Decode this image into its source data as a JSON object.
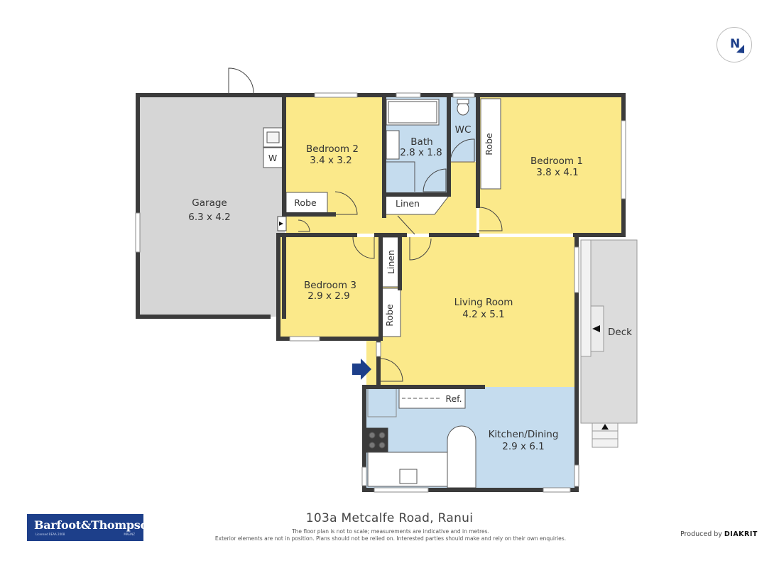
{
  "compass": {
    "label": "N"
  },
  "rooms": [
    {
      "key": "garage",
      "name": "Garage",
      "dims": "6.3 x 4.2"
    },
    {
      "key": "bedroom2",
      "name": "Bedroom 2",
      "dims": "3.4 x 3.2"
    },
    {
      "key": "bath",
      "name": "Bath",
      "dims": "2.8 x 1.8"
    },
    {
      "key": "bedroom1",
      "name": "Bedroom 1",
      "dims": "3.8 x 4.1"
    },
    {
      "key": "bedroom3",
      "name": "Bedroom 3",
      "dims": "2.9 x 2.9"
    },
    {
      "key": "living",
      "name": "Living Room",
      "dims": "4.2 x 5.1"
    },
    {
      "key": "kitchen",
      "name": "Kitchen/Dining",
      "dims": "2.9 x 6.1"
    }
  ],
  "labels": {
    "wc": "WC",
    "robe": "Robe",
    "linen": "Linen",
    "w": "W",
    "ref": "Ref.",
    "deck": "Deck"
  },
  "footer": {
    "address": "103a Metcalfe Road, Ranui",
    "disclaimer_line1": "The floor plan is not to scale; measurements are indicative and in metres.",
    "disclaimer_line2": "Exterior elements are not in position. Plans should not be relied on. Interested parties should make and rely on their own enquiries.",
    "produced_by": "Produced by",
    "producer": "DIAKRIT"
  },
  "brand": {
    "name": "Barfoot&Thompson",
    "license_text": "Licensed REAA 2008",
    "sub_text": "MREINZ"
  },
  "colors": {
    "wall": "#3b3b3b",
    "yellow_room": "#fbe98a",
    "blue_room": "#c5dcee",
    "garage": "#d6d6d6",
    "deck": "#dcdcdc",
    "entry_arrow": "#1d3f8a",
    "brand_blue": "#1d3f8a"
  }
}
